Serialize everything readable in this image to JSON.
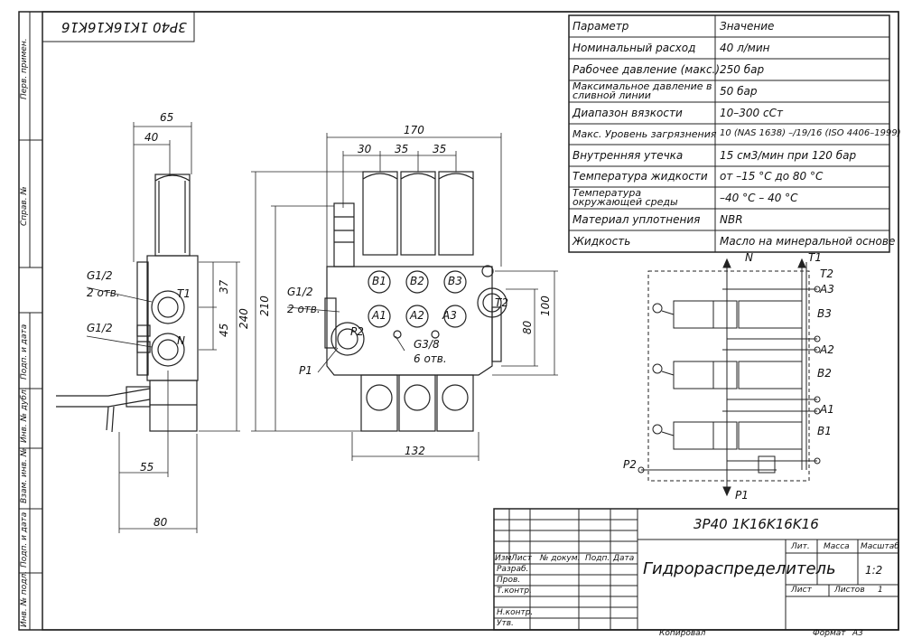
{
  "stamp_code": "3P40 1K16K16K16",
  "left_strip": {
    "perv_primen": "Перв. примен.",
    "sprav_no": "Справ. №",
    "podp_data_1": "Подп. и дата",
    "inv_dubl": "Инв. № дубл.",
    "vzam_inv": "Взам. инв. №",
    "podp_data_2": "Подп. и дата",
    "inv_podl": "Инв. № подл."
  },
  "spec_table": {
    "header": {
      "param": "Параметр",
      "value": "Значение"
    },
    "rows": [
      {
        "param": "Номинальный расход",
        "value": "40 л/мин"
      },
      {
        "param": "Рабочее давление (макс.)",
        "value": "250 бар"
      },
      {
        "param": "Максимальное давление в сливной линии",
        "value": "50 бар"
      },
      {
        "param": "Диапазон вязкости",
        "value": "10–300 cСт"
      },
      {
        "param": "Макс. Уровень загрязнения",
        "value": "10 (NAS 1638) –/19/16 (ISO 4406–1999)"
      },
      {
        "param": "Внутренняя утечка",
        "value": "15 см3/мин при 120 бар"
      },
      {
        "param": "Температура жидкости",
        "value": "от –15 °С до 80 °С"
      },
      {
        "param": "Температура окружающей среды",
        "value": "–40 °С – 40 °С"
      },
      {
        "param": "Материал уплотнения",
        "value": "NBR"
      },
      {
        "param": "Жидкость",
        "value": "Масло на минеральной основе"
      }
    ]
  },
  "side_view": {
    "dim_65": "65",
    "dim_40": "40",
    "g12_a": "G1/2",
    "two_holes": "2 отв.",
    "g12_b": "G1/2",
    "port_t1": "T1",
    "port_n": "N",
    "dim_37": "37",
    "dim_45": "45",
    "dim_240": "240",
    "dim_55": "55",
    "dim_80": "80"
  },
  "front_view": {
    "dim_170": "170",
    "dim_30": "30",
    "dim_35a": "35",
    "dim_35b": "35",
    "dim_210": "210",
    "dim_80": "80",
    "dim_100": "100",
    "dim_132": "132",
    "g12": "G1/2",
    "two_holes": "2 отв.",
    "g38": "G3/8",
    "six_holes": "6 отв.",
    "p1": "P1",
    "p2": "P2",
    "t2": "T2",
    "b1": "B1",
    "b2": "B2",
    "b3": "B3",
    "a1": "A1",
    "a2": "A2",
    "a3": "A3"
  },
  "schematic": {
    "n": "N",
    "t1": "T1",
    "t2": "T2",
    "a3": "A3",
    "b3": "B3",
    "a2": "A2",
    "b2": "B2",
    "a1": "A1",
    "b1": "B1",
    "p2": "P2",
    "p1": "P1"
  },
  "title_block": {
    "code": "3P40 1K16K16K16",
    "name": "Гидрораспределитель",
    "izm": "Изм",
    "list": "Лист",
    "n_dokum": "№ докум.",
    "podp": "Подп.",
    "data": "Дата",
    "razrab": "Разраб.",
    "prov": "Пров.",
    "tkontr": "Т.контр.",
    "nkontr": "Н.контр.",
    "utv": "Утв.",
    "lit": "Лит.",
    "massa": "Масса",
    "masshtab": "Масштаб",
    "scale_value": "1:2",
    "list_label": "Лист",
    "listov_label": "Листов",
    "listov_value": "1"
  },
  "footer": {
    "kopiroval": "Копировал",
    "format": "Формат",
    "format_value": "A3"
  }
}
